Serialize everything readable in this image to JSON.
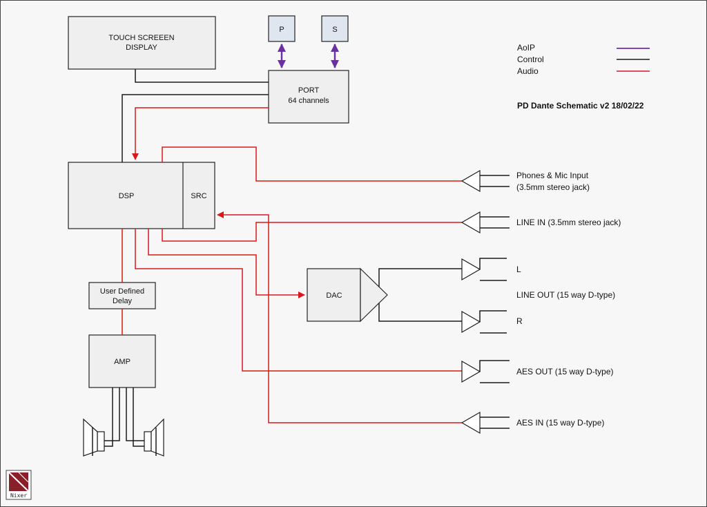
{
  "title": "PD Dante Schematic v2 18/02/22",
  "legend": {
    "aoip": "AoIP",
    "control": "Control",
    "audio": "Audio"
  },
  "colors": {
    "aoip": "#6a2fa0",
    "control": "#1a1a1a",
    "audio": "#d7191c"
  },
  "blocks": {
    "touch_screen_line1": "TOUCH SCREEEN",
    "touch_screen_line2": "DISPLAY",
    "p": "P",
    "s": "S",
    "port_line1": "PORT",
    "port_line2": "64 channels",
    "dsp": "DSP",
    "src": "SRC",
    "delay_line1": "User Defined",
    "delay_line2": "Delay",
    "amp": "AMP",
    "dac": "DAC"
  },
  "connectors": {
    "phones_line1": "Phones & Mic Input",
    "phones_line2": "(3.5mm stereo jack)",
    "line_in": "LINE IN (3.5mm stereo jack)",
    "l": "L",
    "line_out": "LINE OUT (15 way D-type)",
    "r": "R",
    "aes_out": "AES OUT (15 way D-type)",
    "aes_in": "AES IN (15 way D-type)"
  },
  "logo": {
    "text": "Nixer",
    "icon": "nixer-logo-icon"
  }
}
